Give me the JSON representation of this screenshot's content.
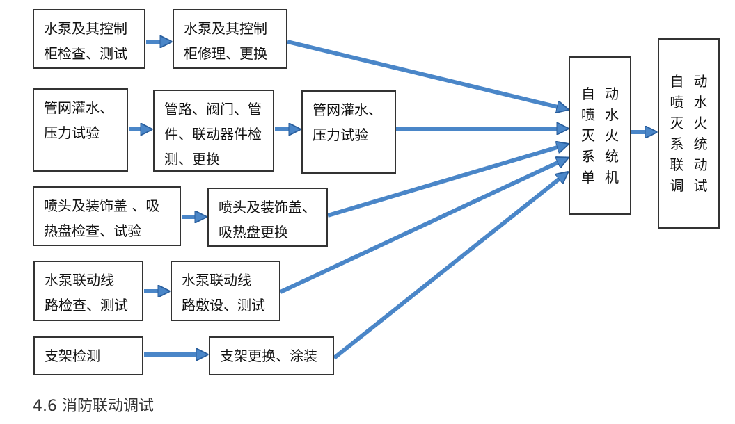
{
  "nodes": {
    "b1": [
      "水泵及其控制",
      "柜检查、测试"
    ],
    "b2": [
      "水泵及其控制",
      "柜修理、更换"
    ],
    "b3": [
      "管网灌水、",
      "压力试验"
    ],
    "b4": [
      "管路、阀门、管",
      "件、联动器件检",
      "测、更换"
    ],
    "b5": [
      "管网灌水、",
      "压力试验"
    ],
    "b6": [
      "喷头及装饰盖 、吸",
      "热盘检查、试验"
    ],
    "b7": [
      "喷头及装饰盖、",
      "吸热盘更换"
    ],
    "b8": [
      "水泵联动线",
      "路检查、测试"
    ],
    "b9": [
      "水泵联动线",
      "路敷设、测试"
    ],
    "b10": [
      "支架检测"
    ],
    "b11": [
      "支架更换、涂装"
    ],
    "c1": [
      "自动",
      "喷水",
      "灭火",
      "系统",
      "单机"
    ],
    "c2": [
      "自动",
      "喷水",
      "灭火",
      "系统",
      "联动",
      "调试"
    ]
  },
  "caption": "4.6 消防联动调试",
  "colors": {
    "arrow": "#4a86c8",
    "arrow_edge": "#2a5f9e",
    "border": "#333333"
  }
}
